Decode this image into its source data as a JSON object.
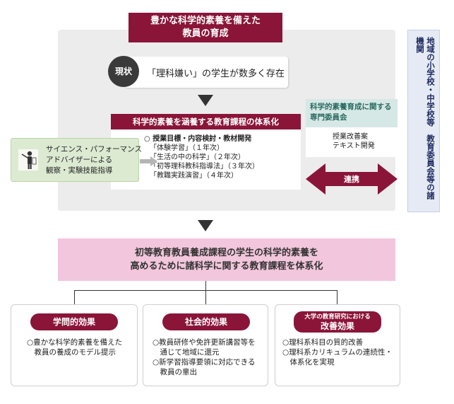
{
  "title": {
    "line1": "豊かな科学的素養を備えた",
    "line2": "教員の育成"
  },
  "current": {
    "badge": "現状",
    "text": "「理科嫌い」の学生が数多く存在"
  },
  "system": {
    "header": "科学的素養を涵養する教育課程の体系化",
    "lead": "○ 授業目標・内容検討・教材開発",
    "items": [
      "「体験学習」（１年次）",
      "「生活の中の科学」（２年次）",
      "「初等理科教科指導法」（３年次）",
      "「教職実践演習」（４年次）"
    ]
  },
  "advisor": {
    "line1": "サイエンス・パフォーマンス",
    "line2": "アドバイザーによる",
    "line3": "観察・実験技能指導"
  },
  "committee": {
    "header_line1": "科学的素養育成に関する",
    "header_line2": "専門委員会",
    "item1": "授業改善案",
    "item2": "テキスト開発"
  },
  "link_label": "連携",
  "external": "地域の小学校・中学校等　教育委員会等の諸機関",
  "result": {
    "line1": "初等教育教員養成課程の学生の科学的素養を",
    "line2": "高めるために諸科学に関する教育課程を体系化"
  },
  "effects": [
    {
      "title": "学問的効果",
      "items": [
        "○豊かな科学的素養を備えた",
        "　教員の養成のモデル提示"
      ]
    },
    {
      "title": "社会的効果",
      "items": [
        "○教員研修や免許更新講習等を",
        "　通じて地域に還元",
        "○新学習指導要領に対応できる",
        "　教員の輩出"
      ]
    },
    {
      "title_small": "大学の教育研究における",
      "title": "改善効果",
      "items": [
        "○理科系科目の質的改善",
        "○理科系カリキュラムの連続性・",
        "　体系化を実現"
      ]
    }
  ],
  "colors": {
    "maroon": "#8a1538",
    "pink": "#f2c6dc",
    "green": "#dcead2",
    "teal": "#d6e8e5",
    "grey_panel": "#ececec",
    "lavender": "#e6eaf5"
  }
}
